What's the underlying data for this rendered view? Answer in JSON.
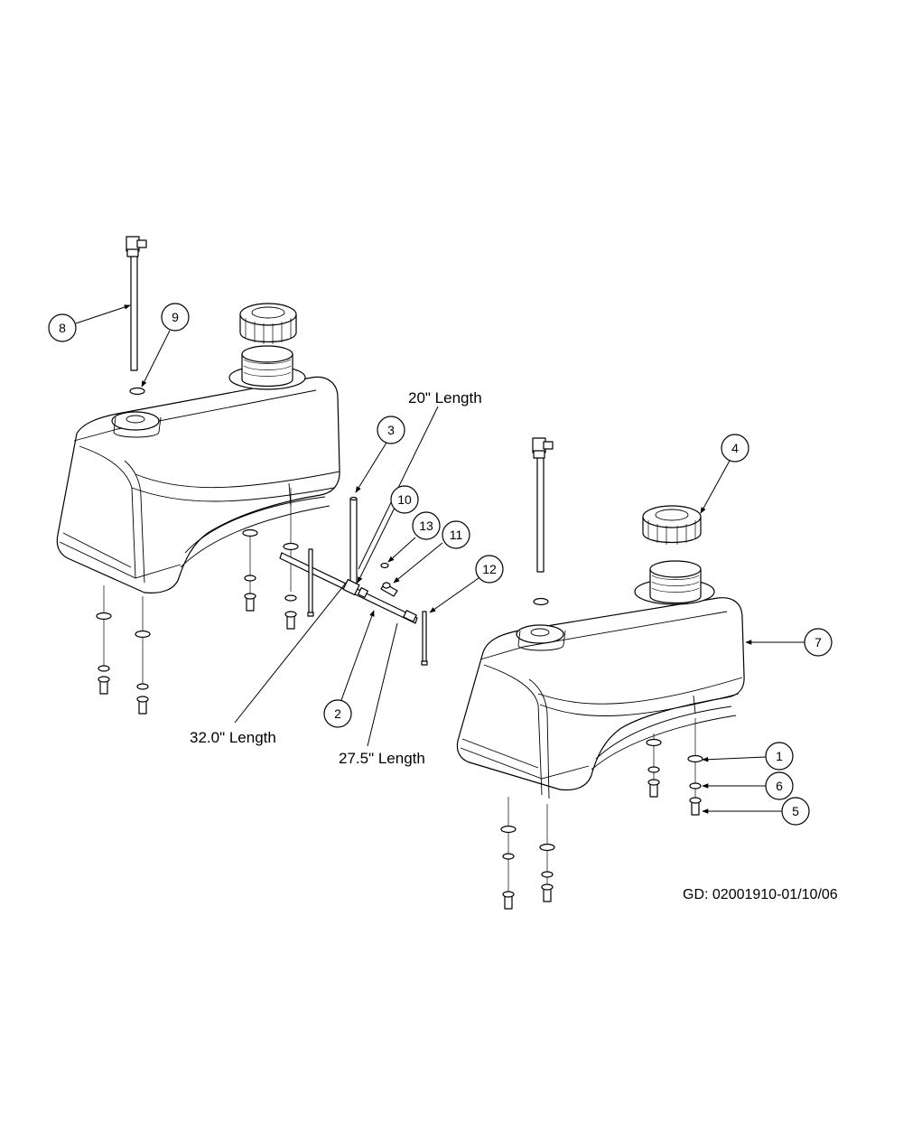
{
  "dimensions": {
    "hose_20": "20\" Length",
    "hose_32": "32.0\" Length",
    "hose_27_5": "27.5\" Length"
  },
  "drawing_reference": "GD: 02001910-01/10/06",
  "callouts": [
    "1",
    "2",
    "3",
    "4",
    "5",
    "6",
    "7",
    "8",
    "9",
    "10",
    "11",
    "12",
    "13"
  ]
}
